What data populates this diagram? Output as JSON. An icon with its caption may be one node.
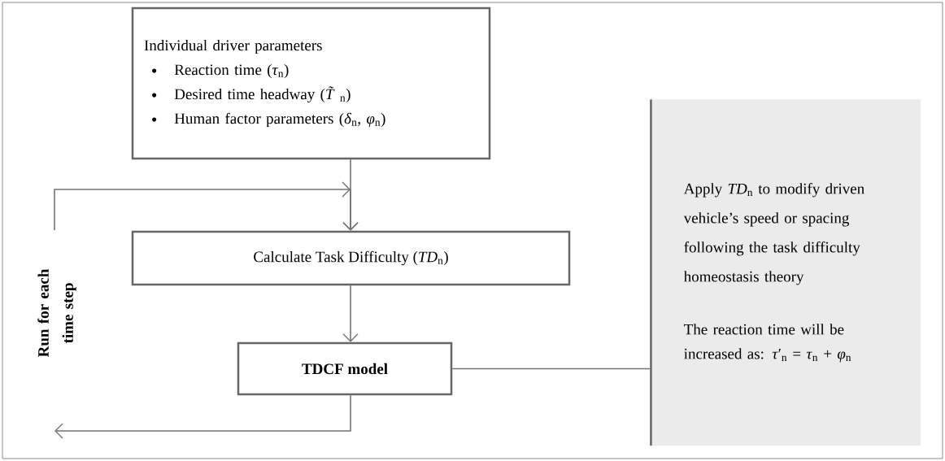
{
  "diagram": {
    "nodes": [
      {
        "text": [
          "Individual driver parameters",
          "Reaction time (*τ*$_{n}$)",
          "Desired  time headway (*T̃*$_{n}$)",
          "Human factor parameters (*δ*$_{n}$, *φ*$_{n}$)"
        ]
      },
      {
        "text": [
          "Calculate Task Difficulty (*TD*$_{n}$)"
        ]
      },
      {
        "text": [
          "**TDCF model**"
        ]
      },
      {
        "text": [
          "Apply *TD*$_{n}$ to modify driven vehicle’s speed or spacing following the task difficulty homeostasis theory",
          "The reaction time will be increased as: *τ*′$_{n}$ = *τ*$_{n}$ + *φ*$_{n}$"
        ]
      }
    ],
    "edges": [
      {
        "from": 0,
        "to": 1,
        "arrow": "to"
      },
      {
        "from": 1,
        "to": 2,
        "arrow": "to"
      },
      {
        "from": 2,
        "to": 3,
        "arrow": "none"
      },
      {
        "from": 2,
        "to": null,
        "arrow": "to"
      },
      {
        "from": null,
        "to": 1,
        "arrow": "to"
      }
    ],
    "labels": [
      "Run for each time step"
    ]
  }
}
